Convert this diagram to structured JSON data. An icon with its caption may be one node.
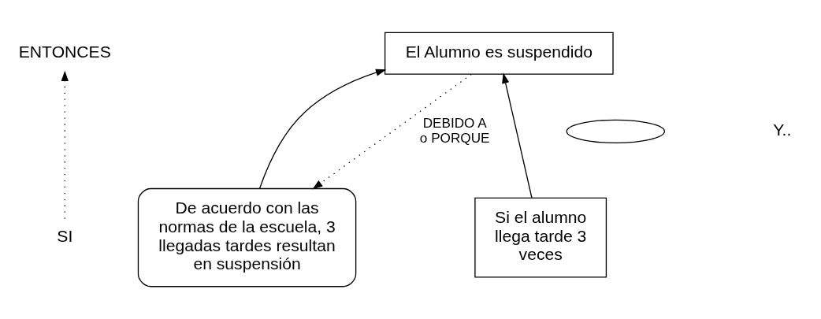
{
  "diagram": {
    "nodes": [
      {
        "text": [
          "ENTONCES"
        ]
      },
      {
        "text": [
          "SI"
        ]
      },
      {
        "text": [
          "El Alumno es suspendido"
        ]
      },
      {
        "text": [],
        "shape": "ellipse"
      },
      {
        "text": [
          "Si el alumno llega tarde 3 veces"
        ]
      },
      {
        "text": [
          "De acuerdo con las normas de la escuela, 3 llegadas tardes resultan en suspensión"
        ]
      }
    ],
    "edges": [
      {
        "from": 1,
        "to": 0,
        "arrow": "to",
        "style": "dashed"
      },
      {
        "from": 4,
        "to": 2,
        "arrow": "to"
      },
      {
        "from": 5,
        "to": 2,
        "arrow": "to"
      },
      {
        "from": 2,
        "to": 5,
        "arrow": "to",
        "style": "dashed",
        "label": "DEBIDO A o PORQUE"
      }
    ],
    "labels": [
      "Y.."
    ]
  }
}
